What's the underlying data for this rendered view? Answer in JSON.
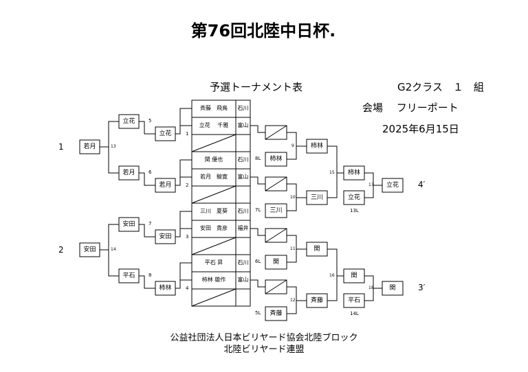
{
  "title": "第76回北陸中日杯.",
  "subtitle": "予選トーナメント表",
  "class_label": "G2クラス　１　組",
  "venue": "会場　 フリーポート",
  "date": "2025年6月15日",
  "players": [
    {
      "name": "斉藤　飛鳥",
      "pref": "石川"
    },
    {
      "name": "立花　 千雅",
      "pref": "富山"
    },
    {
      "name": "関 優也",
      "pref": "石川"
    },
    {
      "name": "若月　駿寛",
      "pref": "富山"
    },
    {
      "name": "三川　夏葵",
      "pref": "石川"
    },
    {
      "name": "安田　貴彦",
      "pref": "福井"
    },
    {
      "name": "平石 昇",
      "pref": "石川"
    },
    {
      "name": "柿林 雄作",
      "pref": "富山"
    }
  ],
  "left": {
    "r1": [
      "立花",
      "若月",
      "安田",
      "柿林"
    ],
    "r1_nums": [
      "1",
      "2",
      "3",
      "4"
    ],
    "r2": [
      "立花",
      "若月",
      "安田",
      "平石"
    ],
    "r2_nums": [
      "5",
      "6",
      "7",
      "8"
    ],
    "r3": [
      "若月",
      "安田"
    ],
    "r3_nums": [
      "13",
      "14"
    ],
    "groups": [
      "1",
      "2"
    ]
  },
  "right": {
    "losers": [
      "柿林",
      "三川",
      "関",
      "斉藤"
    ],
    "loser_labels": [
      "8L",
      "7L",
      "6L",
      "5L"
    ],
    "r2": [
      "柿林",
      "三川",
      "関",
      "斉藤"
    ],
    "r2_nums": [
      "9",
      "10",
      "11",
      "12"
    ],
    "r3": [
      "柿林",
      "立花",
      "関",
      "平石"
    ],
    "r3_nums": [
      "15",
      "16"
    ],
    "r3_sub": [
      "13L",
      "14L"
    ],
    "final": [
      "立花",
      "関"
    ],
    "final_nums": [
      "17",
      "18"
    ],
    "marks": [
      "4′",
      "3′"
    ]
  },
  "footer": [
    "公益社団法人日本ビリヤード協会北陸ブロック",
    "北陸ビリヤード連盟"
  ]
}
